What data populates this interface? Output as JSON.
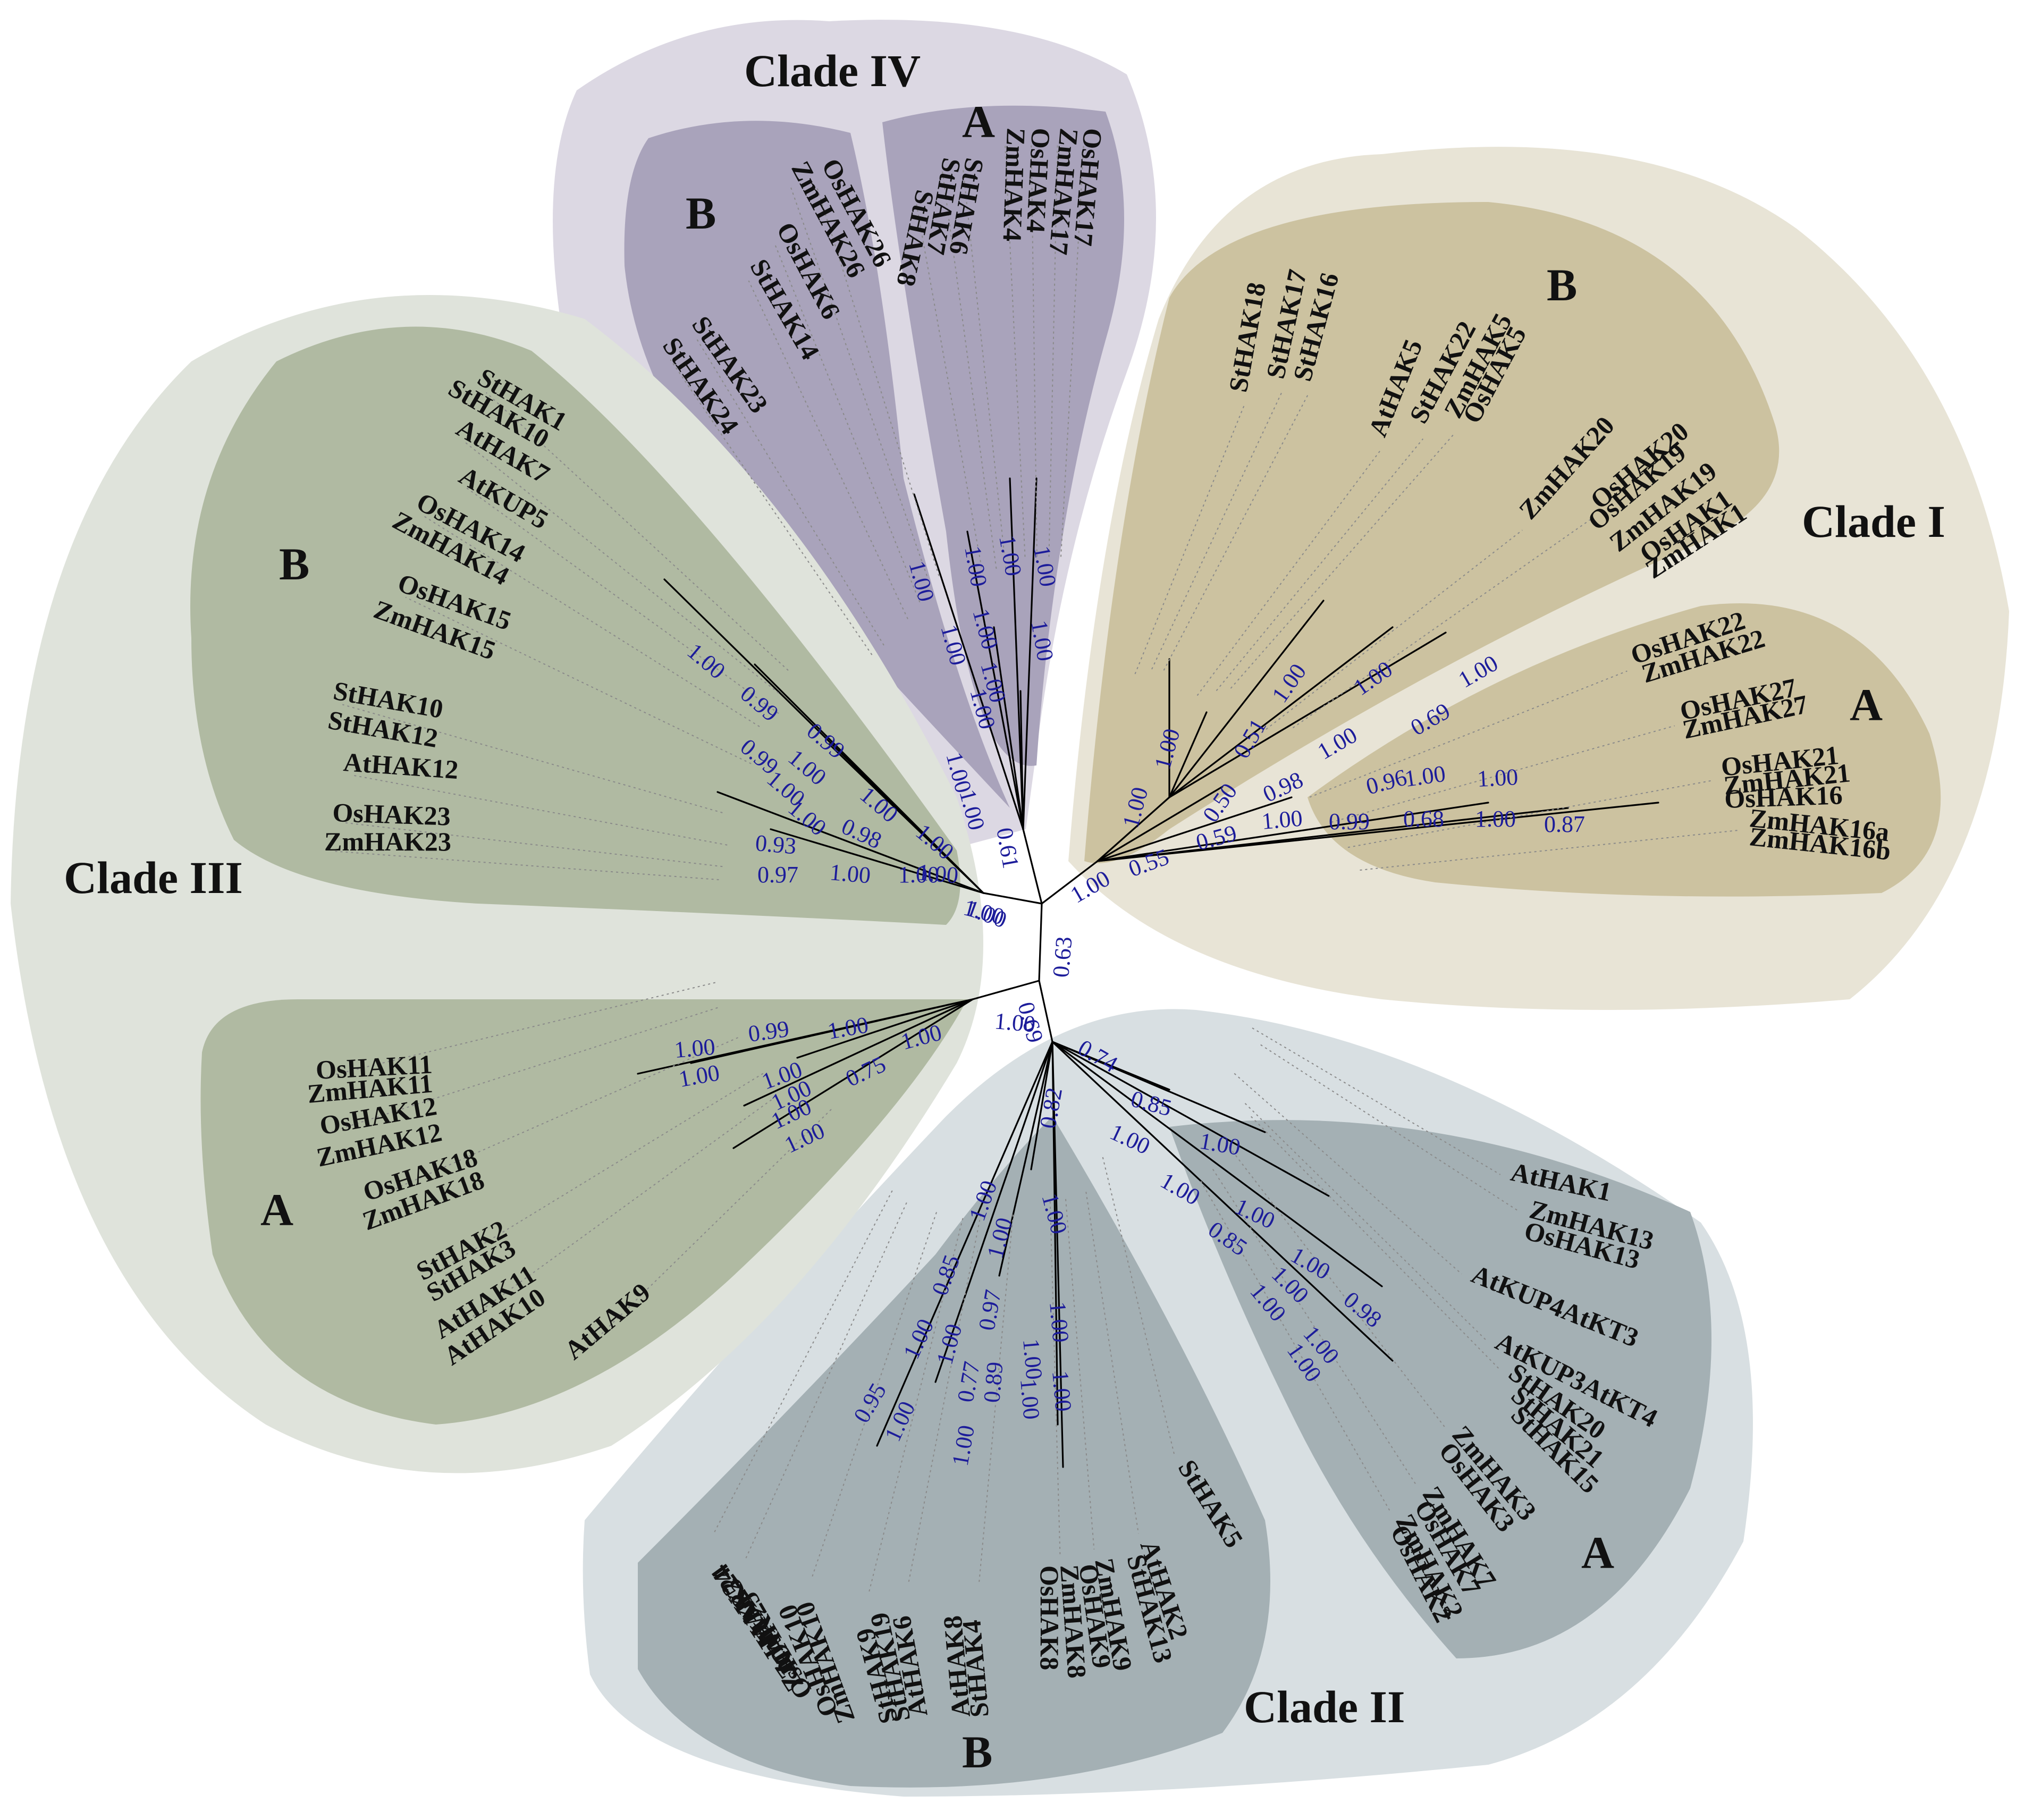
{
  "colors": {
    "clade_I_outer": "#e8e4d6",
    "clade_I_inner": "#ccc2a0",
    "clade_II_outer": "#d8dfe2",
    "clade_II_inner": "#a4b0b4",
    "clade_III_outer": "#dfe3db",
    "clade_III_inner": "#b0baa2",
    "clade_IV_outer": "#dcd8e3",
    "clade_IV_inner": "#a9a3bb",
    "bootstrap_text": "#1c1c9a"
  },
  "clades": [
    {
      "id": "I",
      "title": "Clade I",
      "subclades": [
        {
          "label": "A",
          "genes": [
            "OsHAK22",
            "ZmHAK22",
            "OsHAK27",
            "ZmHAK27",
            "OsHAK21",
            "ZmHAK21",
            "OsHAK16",
            "ZmHAK16a",
            "ZmHAK16b"
          ]
        },
        {
          "label": "B",
          "genes": [
            "StHAK18",
            "StHAK17",
            "StHAK16",
            "AtHAK5",
            "StHAK22",
            "ZmHAK5",
            "OsHAK5",
            "ZmHAK20",
            "OsHAK20",
            "OsHAK19",
            "ZmHAK19",
            "OsHAK1",
            "ZmHAK1"
          ]
        }
      ]
    },
    {
      "id": "II",
      "title": "Clade II",
      "subclades": [
        {
          "label": "A",
          "genes": [
            "AtHAK1",
            "ZmHAK13",
            "OsHAK13",
            "AtKUP4AtKT3",
            "AtKUP3AtKT4",
            "StHAK20",
            "StHAK21",
            "StHAK15",
            "ZmHAK3",
            "OsHAK3",
            "ZmHAK7",
            "OsHAK7",
            "ZmHAK2",
            "OsHAK2"
          ]
        },
        {
          "label": "B",
          "genes": [
            "OsHAK24",
            "ZmHAK24",
            "ZmHAK25",
            "OsHAK25",
            "OsHAK10",
            "ZmHAK10",
            "StHAK9",
            "StHAK19",
            "AtHAK6",
            "AtHAK8",
            "StHAK4",
            "OsHAK8",
            "ZmHAK8",
            "OsHAK9",
            "ZmHAK9",
            "StHAK13",
            "AtHAK2",
            "StHAK5"
          ]
        }
      ]
    },
    {
      "id": "III",
      "title": "Clade III",
      "subclades": [
        {
          "label": "A",
          "genes": [
            "OsHAK11",
            "ZmHAK11",
            "OsHAK12",
            "ZmHAK12",
            "OsHAK18",
            "ZmHAK18",
            "StHAK2",
            "StHAK3",
            "AtHAK11",
            "AtHAK10",
            "AtHAK9"
          ]
        },
        {
          "label": "B",
          "genes": [
            "StHAK1",
            "StHAK10",
            "AtHAK7",
            "AtKUP5",
            "OsHAK14",
            "ZmHAK14",
            "OsHAK15",
            "ZmHAK15",
            "StHAK10",
            "StHAK12",
            "AtHAK12",
            "OsHAK23",
            "ZmHAK23"
          ]
        }
      ]
    },
    {
      "id": "IV",
      "title": "Clade IV",
      "subclades": [
        {
          "label": "A",
          "genes": [
            "StHAK8",
            "StHAK7",
            "StHAK6",
            "ZmHAK4",
            "OsHAK4",
            "ZmHAK17",
            "OsHAK17"
          ]
        },
        {
          "label": "B",
          "genes": [
            "StHAK24",
            "StHAK23",
            "StHAK14",
            "OsHAK6",
            "ZmHAK26",
            "OsHAK26"
          ]
        }
      ]
    }
  ],
  "bootstrap": {
    "root": [
      "0.63",
      "1.00",
      "1.00",
      "0.69"
    ],
    "clade_I": [
      "0.55",
      "1.00",
      "0.59",
      "0.50",
      "1.00",
      "0.51",
      "1.00",
      "0.98",
      "1.00",
      "0.96",
      "1.00",
      "0.69",
      "1.00",
      "1.00",
      "0.99",
      "0.68",
      "1.00",
      "1.00",
      "1.00",
      "0.87"
    ],
    "clade_II": [
      "0.74",
      "0.82",
      "1.00",
      "0.85",
      "1.00",
      "1.00",
      "1.00",
      "1.00",
      "0.85",
      "1.00",
      "0.98",
      "1.00",
      "1.00",
      "1.00",
      "1.00",
      "1.00",
      "1.00",
      "0.85",
      "1.00",
      "0.97",
      "0.95",
      "1.00",
      "1.00",
      "0.77",
      "0.89",
      "1.00",
      "1.00",
      "1.00",
      "1.00",
      "1.00"
    ],
    "clade_III": [
      "1.00",
      "1.00",
      "0.99",
      "0.99",
      "1.00",
      "1.00",
      "1.00",
      "0.98",
      "0.93",
      "1.00",
      "0.97",
      "1.00",
      "1.00",
      "1.00",
      "1.00",
      "1.00",
      "0.99",
      "1.00",
      "0.75",
      "1.00",
      "1.00",
      "1.00",
      "1.00",
      "1.00",
      "0.99",
      "1.00",
      "1.00",
      "1.00",
      "1.00"
    ],
    "clade_IV": [
      "0.61",
      "1.00",
      "1.00",
      "1.00",
      "1.00",
      "1.00",
      "1.00",
      "1.00",
      "1.00",
      "1.00",
      "1.00",
      "1.00"
    ]
  }
}
